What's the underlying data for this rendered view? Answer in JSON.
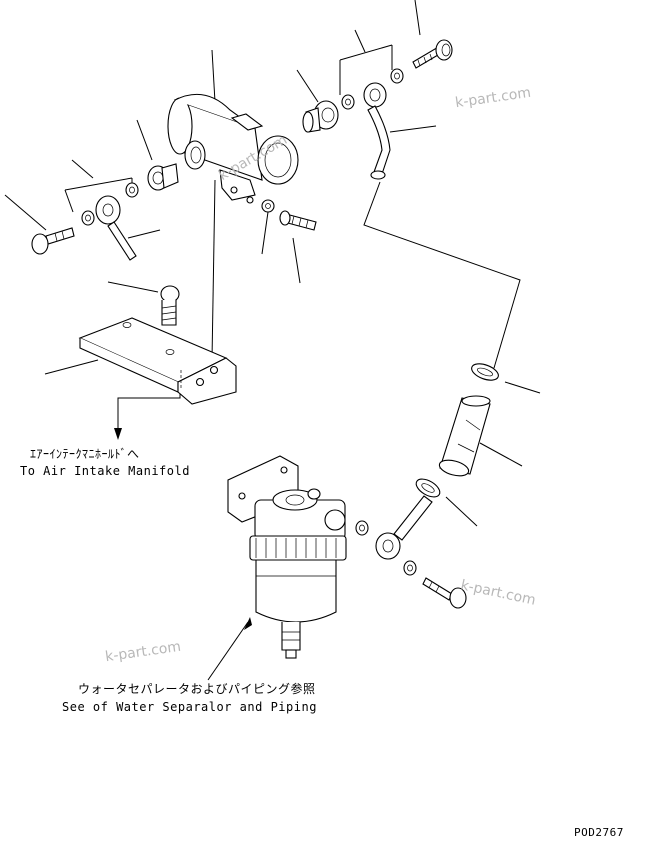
{
  "labels": {
    "air_intake_jp": "ｴｱｰｲﾝﾃｰｸﾏﾆﾎｰﾙﾄﾞへ",
    "air_intake_en": "To Air Intake Manifold",
    "water_sep_jp": "ウォータセパレータおよびパイピング参照",
    "water_sep_en": "See of Water Separalor and Piping",
    "drawing_number": "POD2767"
  },
  "watermarks": [
    "k-part.com",
    "k-part.com",
    "k-part.com",
    "k-part.com"
  ]
}
